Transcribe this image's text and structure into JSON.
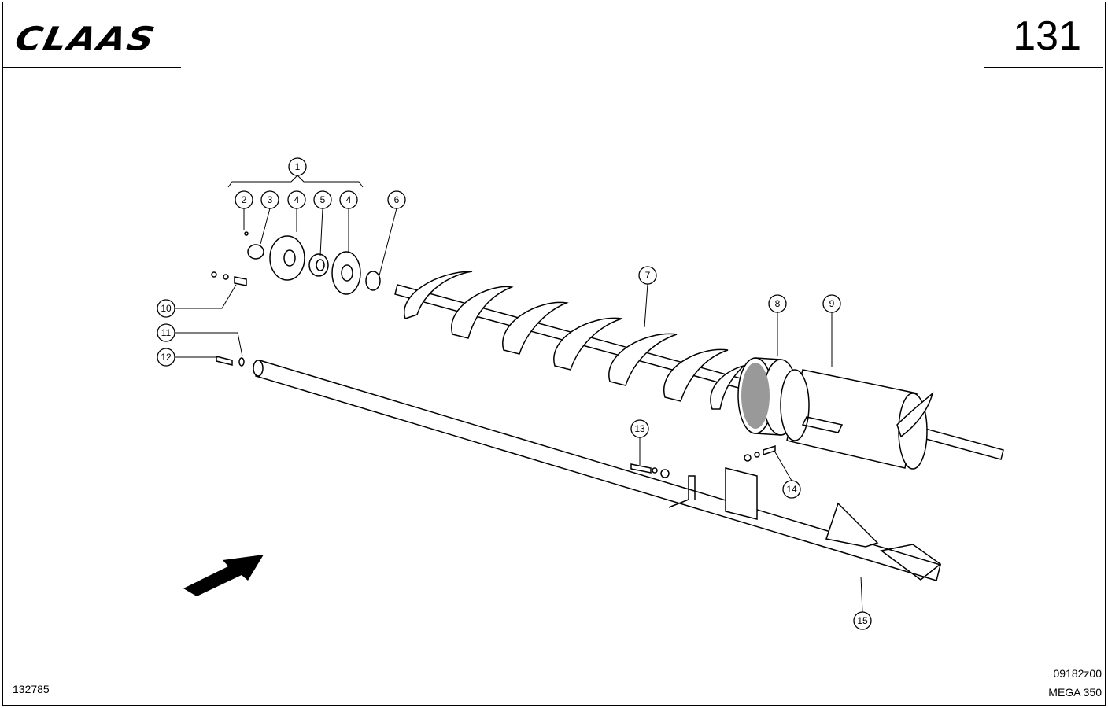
{
  "header": {
    "logo": "CLAAS",
    "page_number": "131"
  },
  "footer": {
    "drawing_id": "132785",
    "sheet_code": "09182z00",
    "model": "MEGA 350"
  },
  "callouts": [
    "1",
    "2",
    "3",
    "4",
    "5",
    "4",
    "6",
    "7",
    "8",
    "9",
    "10",
    "11",
    "12",
    "13",
    "14",
    "15"
  ]
}
